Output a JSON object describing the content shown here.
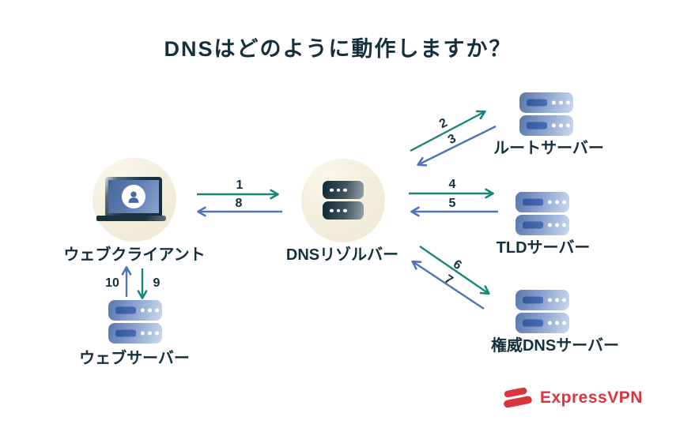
{
  "title": "DNSはどのように動作しますか？",
  "nodes": {
    "web_client": {
      "label": "ウェブクライアント"
    },
    "dns_resolver": {
      "label": "DNSリゾルバー"
    },
    "root_server": {
      "label": "ルートサーバー"
    },
    "tld_server": {
      "label": "TLDサーバー"
    },
    "authoritative_server": {
      "label": "権威DNSサーバー"
    },
    "web_server": {
      "label": "ウェブサーバー"
    }
  },
  "flows": [
    {
      "step": "1",
      "from": "web_client",
      "to": "dns_resolver",
      "color": "teal"
    },
    {
      "step": "2",
      "from": "dns_resolver",
      "to": "root_server",
      "color": "teal"
    },
    {
      "step": "3",
      "from": "root_server",
      "to": "dns_resolver",
      "color": "blue"
    },
    {
      "step": "4",
      "from": "dns_resolver",
      "to": "tld_server",
      "color": "teal"
    },
    {
      "step": "5",
      "from": "tld_server",
      "to": "dns_resolver",
      "color": "blue"
    },
    {
      "step": "6",
      "from": "dns_resolver",
      "to": "authoritative_server",
      "color": "teal"
    },
    {
      "step": "7",
      "from": "authoritative_server",
      "to": "dns_resolver",
      "color": "blue"
    },
    {
      "step": "8",
      "from": "dns_resolver",
      "to": "web_client",
      "color": "blue"
    },
    {
      "step": "9",
      "from": "web_client",
      "to": "web_server",
      "color": "teal"
    },
    {
      "step": "10",
      "from": "web_server",
      "to": "web_client",
      "color": "blue"
    }
  ],
  "colors": {
    "teal": "#17857a",
    "blue": "#4f74b8",
    "navy": "#14303d",
    "cream": "#f2eedb",
    "server_blue": "#5a76ab",
    "red": "#d8353f",
    "background": "#ffffff"
  },
  "branding": {
    "name": "ExpressVPN"
  }
}
